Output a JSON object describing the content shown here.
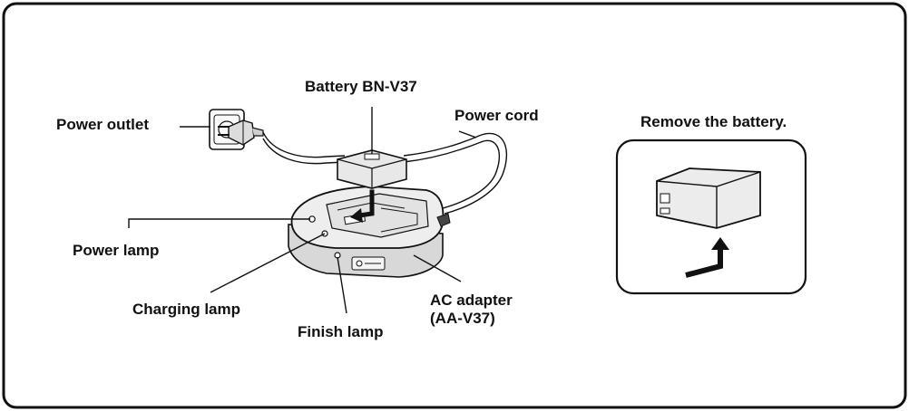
{
  "colors": {
    "ink": "#111111",
    "body_fill": "#e6e6e6",
    "panel_fill": "#f6f6f6"
  },
  "labels": {
    "battery": "Battery BN-V37",
    "power_outlet": "Power outlet",
    "power_cord": "Power cord",
    "remove_battery": "Remove the battery.",
    "power_lamp": "Power lamp",
    "charging_lamp": "Charging lamp",
    "finish_lamp": "Finish lamp",
    "ac_adapter_line1": "AC adapter",
    "ac_adapter_line2": "(AA-V37)"
  }
}
